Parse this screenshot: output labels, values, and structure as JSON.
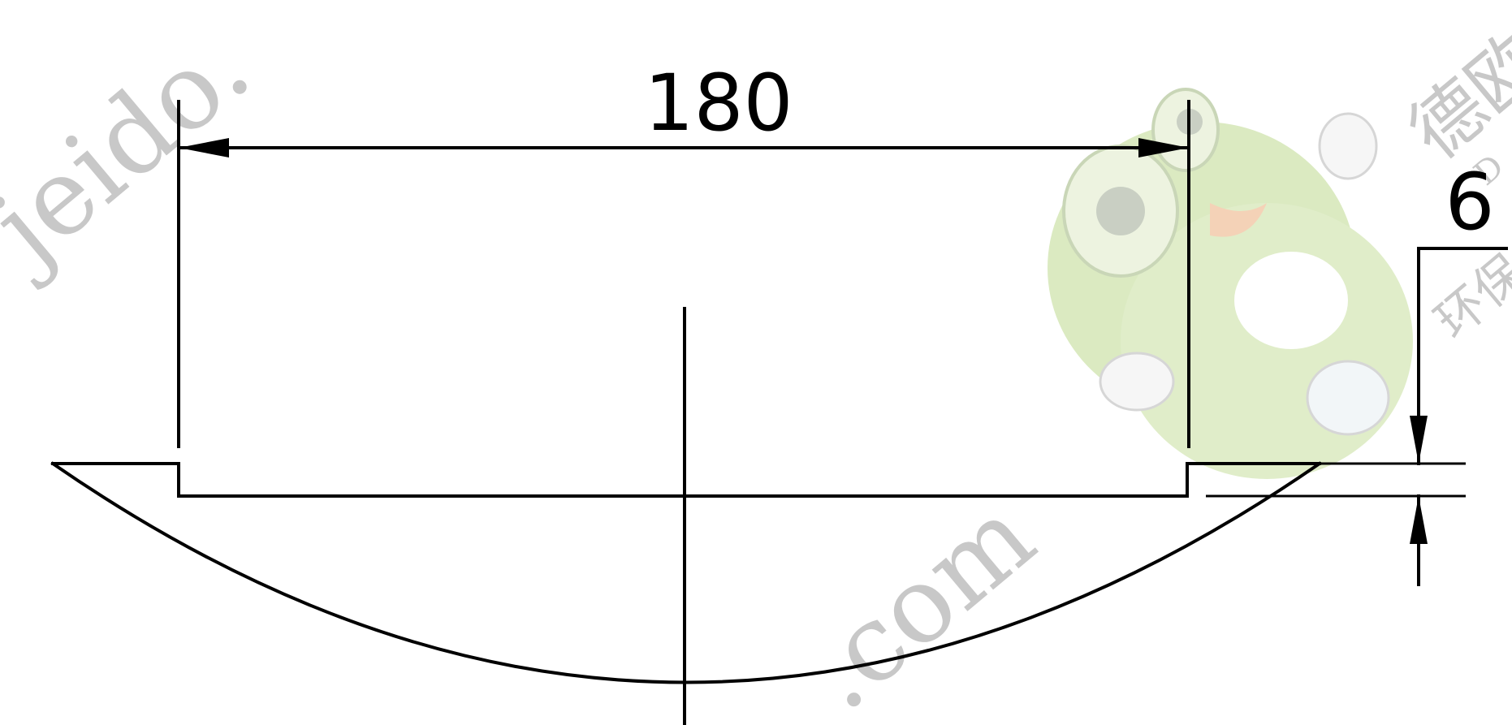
{
  "dimensions": {
    "width_label": "180",
    "thickness_label": "6"
  },
  "watermark": {
    "url_fragment_left": "jeido.",
    "url_fragment_right": ".com",
    "brand_cn": "德欧",
    "brand_sub_cn": "环保",
    "brand_latin": "D",
    "mascot": "frog-mascot-icon"
  },
  "colors": {
    "line": "#000000",
    "watermark": "#c8c8c8",
    "mascot_green": "#c9dfa3"
  }
}
